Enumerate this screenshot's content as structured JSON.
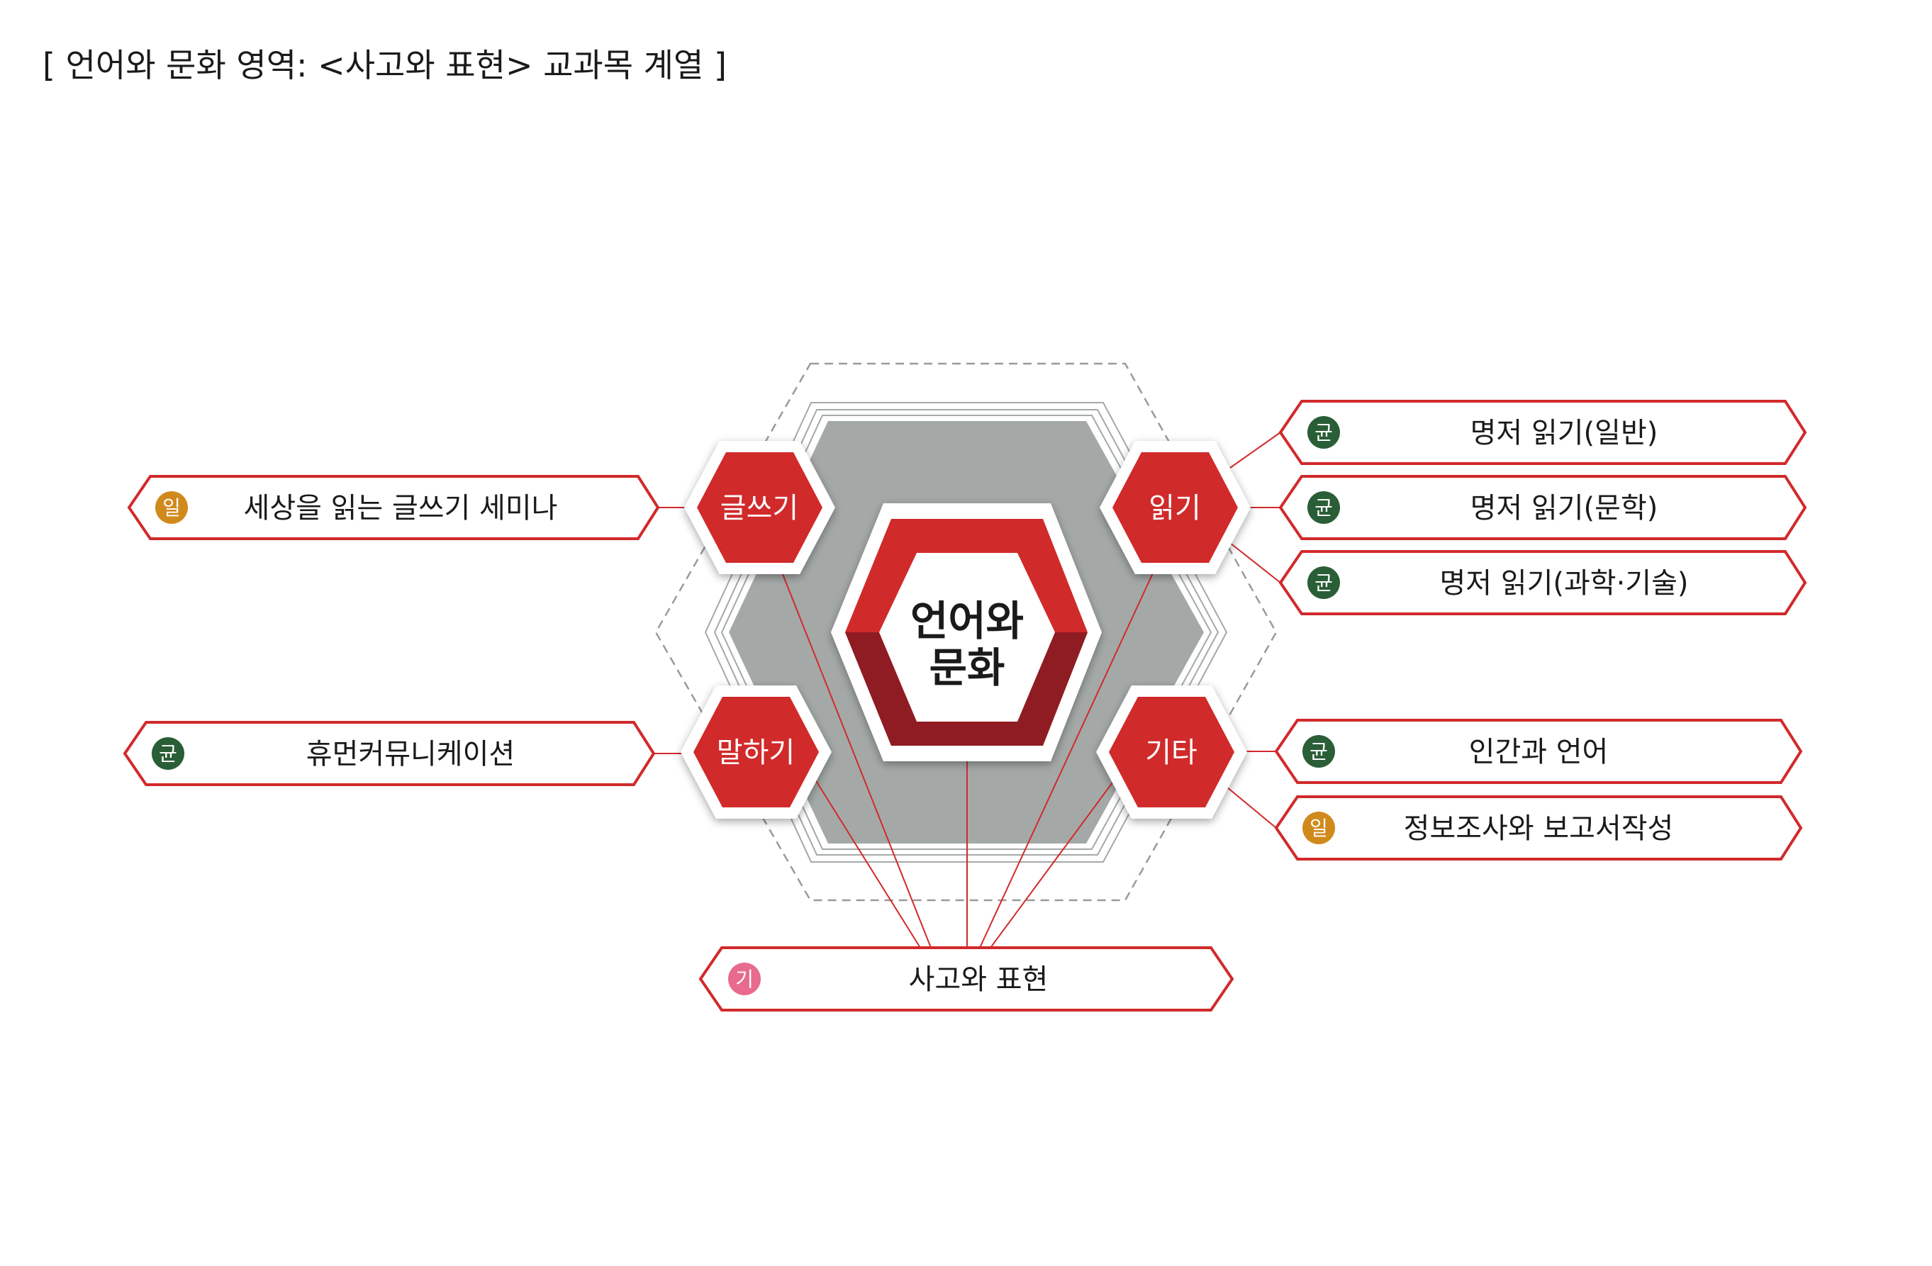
{
  "title": "[ 언어와 문화 영역: <사고와 표현> 교과목 계열 ]",
  "center": {
    "line1": "언어와",
    "line2": "문화"
  },
  "areas": {
    "writing": "글쓰기",
    "reading": "읽기",
    "speaking": "말하기",
    "other": "기타"
  },
  "badges": {
    "general": "일",
    "balanced": "균",
    "basic": "기"
  },
  "courses": {
    "seminar": "세상을 읽는 글쓰기 세미나",
    "human_comm": "휴먼커뮤니케이션",
    "classics_general": "명저 읽기(일반)",
    "classics_literature": "명저 읽기(문학)",
    "classics_science": "명저 읽기(과학·기술)",
    "human_language": "인간과 언어",
    "info_research": "정보조사와 보고서작성",
    "thinking_expression": "사고와 표현"
  },
  "colors": {
    "red": "#d12a2c",
    "dark_red": "#8f1f20",
    "gray": "#a4a9a8",
    "general_badge": "#d08a1c",
    "balanced_badge": "#2a5e36",
    "basic_badge": "#e86a8e"
  }
}
